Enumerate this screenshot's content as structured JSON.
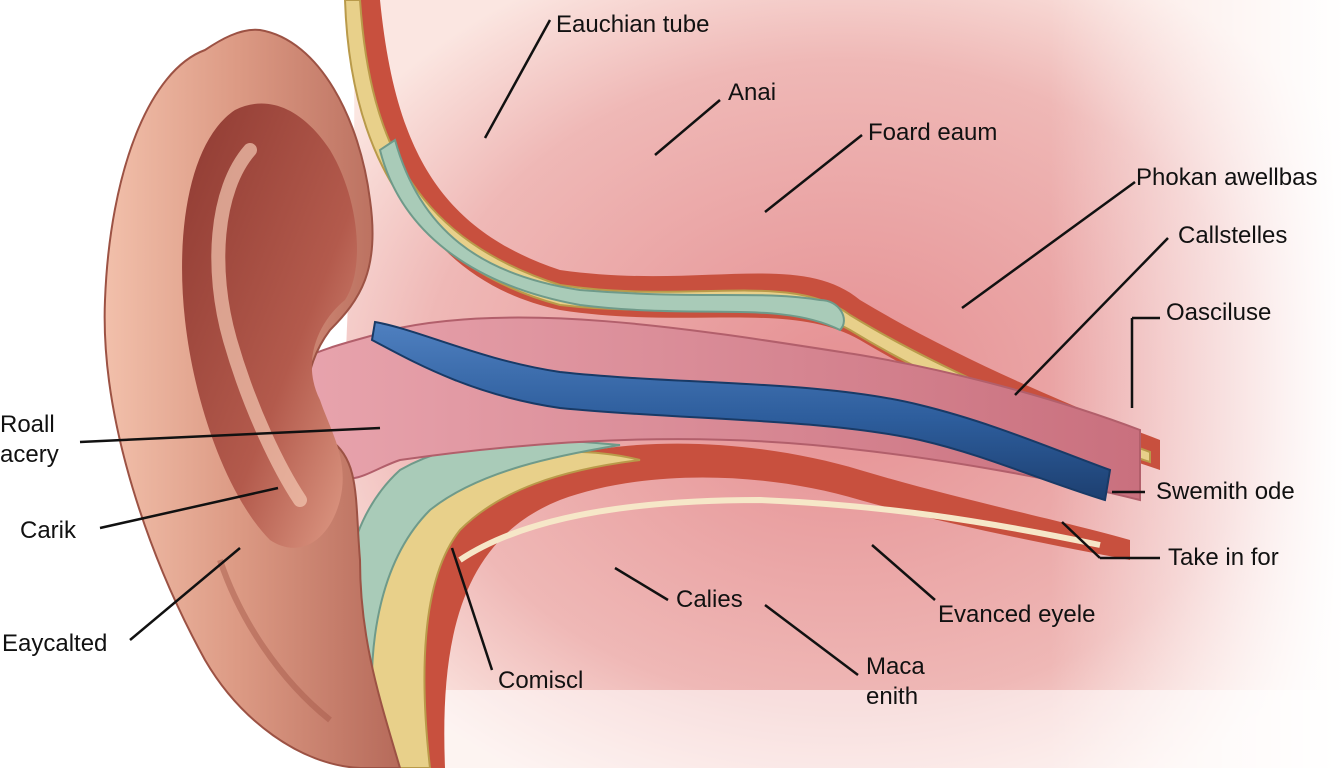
{
  "diagram": {
    "labels": {
      "eauchian_tube": "Eauchian tube",
      "anai": "Anai",
      "foard_eaum": "Foard eaum",
      "phokan_awellbas": "Phokan awellbas",
      "callstelles": "Callstelles",
      "oasciluse": "Oasciluse",
      "roall_line1": "Roall",
      "roall_line2": "acery",
      "carik": "Carik",
      "eaycalted": "Eaycalted",
      "swemith_ode": "Swemith ode",
      "take_in_for": "Take in for",
      "calies": "Calies",
      "evanced_eyele": "Evanced eyele",
      "comiscl": "Comiscl",
      "maca_line1": "Maca",
      "maca_line2": "enith"
    },
    "colors": {
      "skin": "#e3a48c",
      "skin_dark": "#8a3b30",
      "tissue": "#e9a9aa",
      "tissue_dark": "#c46e72",
      "bone": "#e8d08a",
      "cartilage": "#a9cbb8",
      "tube_blue": "#2d5d9c",
      "canal_pink": "#d98c98",
      "muscle_red": "#c8503e",
      "leader": "#111111"
    }
  }
}
